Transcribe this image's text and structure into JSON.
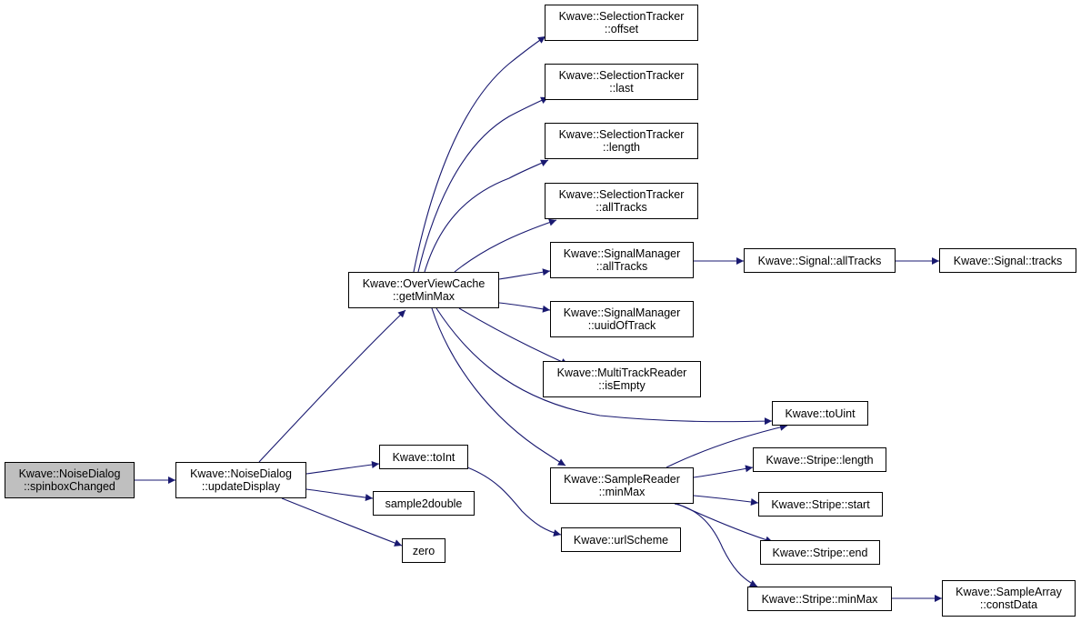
{
  "colors": {
    "edge": "#191970",
    "root_fill": "#bfbfbf",
    "node_fill": "#ffffff",
    "border": "#000000"
  },
  "nodes": {
    "root": {
      "l1": "Kwave::NoiseDialog",
      "l2": "::spinboxChanged"
    },
    "upd": {
      "l1": "Kwave::NoiseDialog",
      "l2": "::updateDisplay"
    },
    "toint": {
      "l1": "Kwave::toInt"
    },
    "s2d": {
      "l1": "sample2double"
    },
    "zero": {
      "l1": "zero"
    },
    "urlscheme": {
      "l1": "Kwave::urlScheme"
    },
    "ovc": {
      "l1": "Kwave::OverViewCache",
      "l2": "::getMinMax"
    },
    "st_offset": {
      "l1": "Kwave::SelectionTracker",
      "l2": "::offset"
    },
    "st_last": {
      "l1": "Kwave::SelectionTracker",
      "l2": "::last"
    },
    "st_length": {
      "l1": "Kwave::SelectionTracker",
      "l2": "::length"
    },
    "st_all": {
      "l1": "Kwave::SelectionTracker",
      "l2": "::allTracks"
    },
    "sm_all": {
      "l1": "Kwave::SignalManager",
      "l2": "::allTracks"
    },
    "sm_uuid": {
      "l1": "Kwave::SignalManager",
      "l2": "::uuidOfTrack"
    },
    "mtr_empty": {
      "l1": "Kwave::MultiTrackReader",
      "l2": "::isEmpty"
    },
    "sr_minmax": {
      "l1": "Kwave::SampleReader",
      "l2": "::minMax"
    },
    "sig_all": {
      "l1": "Kwave::Signal::allTracks"
    },
    "sig_tracks": {
      "l1": "Kwave::Signal::tracks"
    },
    "touint": {
      "l1": "Kwave::toUint"
    },
    "str_length": {
      "l1": "Kwave::Stripe::length"
    },
    "str_start": {
      "l1": "Kwave::Stripe::start"
    },
    "str_end": {
      "l1": "Kwave::Stripe::end"
    },
    "str_minmax": {
      "l1": "Kwave::Stripe::minMax"
    },
    "sa_const": {
      "l1": "Kwave::SampleArray",
      "l2": "::constData"
    }
  }
}
